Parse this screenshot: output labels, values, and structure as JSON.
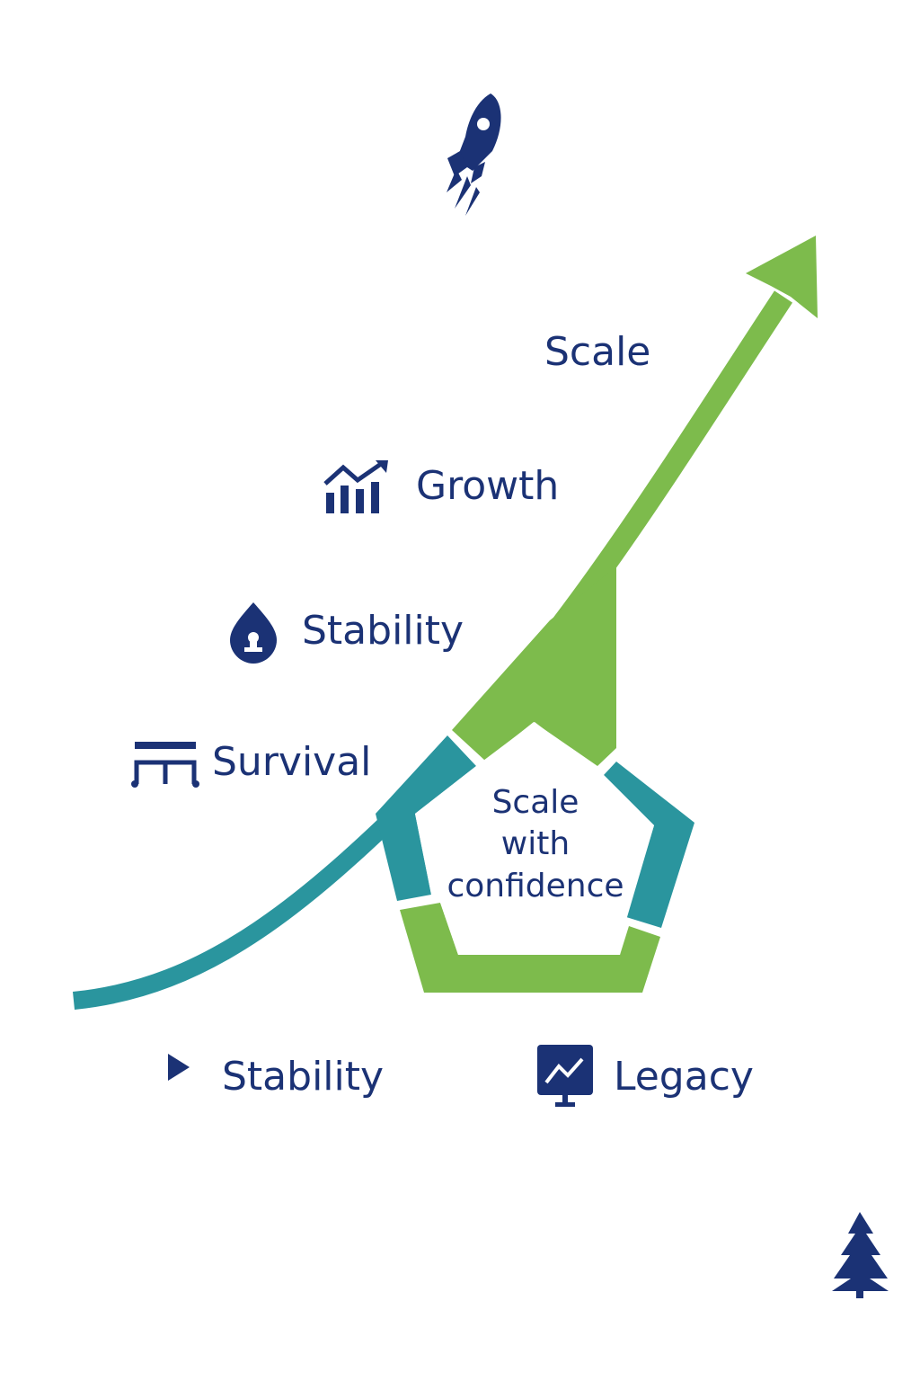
{
  "colors": {
    "navy": "#1b3275",
    "green": "#7dbb4c",
    "teal": "#2a959e",
    "background": "#ffffff"
  },
  "center": {
    "line1": "Scale",
    "line2": "with",
    "line3": "confidence"
  },
  "stages": [
    {
      "label": "Scale",
      "icon": "rocket-icon"
    },
    {
      "label": "Growth",
      "icon": "bar-chart-growth-icon"
    },
    {
      "label": "Stability",
      "icon": "drop-keyhole-icon"
    },
    {
      "label": "Survival",
      "icon": "network-structure-icon"
    }
  ],
  "bottom_items": [
    {
      "label": "Stability",
      "icon": "play-triangle-icon"
    },
    {
      "label": "Legacy",
      "icon": "monitor-trend-icon"
    }
  ],
  "logo": {
    "icon": "pine-tree-icon"
  }
}
